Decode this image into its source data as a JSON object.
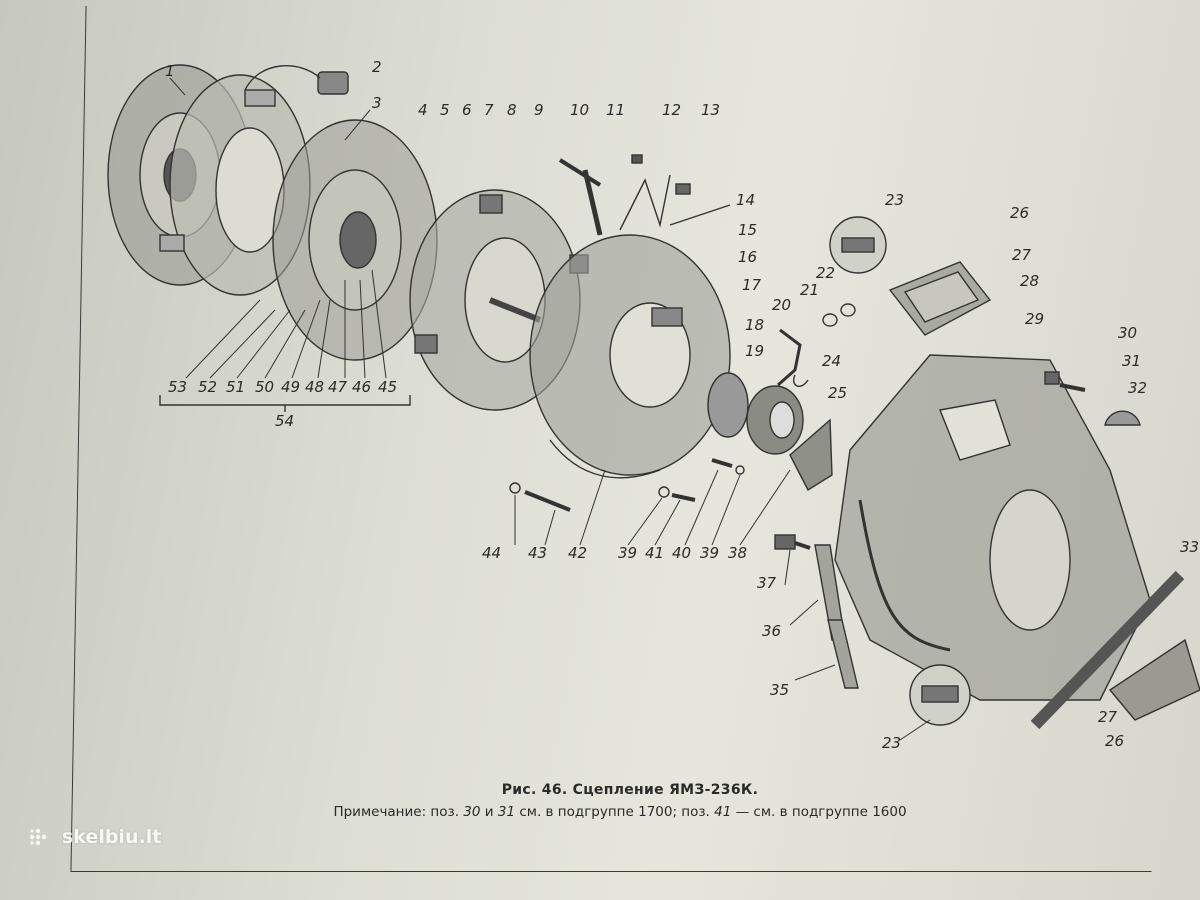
{
  "figure": {
    "title": "Рис. 46. Сцепление ЯМЗ-236К.",
    "note_parts": {
      "lead": "Примечание: поз.",
      "pos_a": "30",
      "and": "и",
      "pos_b": "31",
      "mid": "см. в подгруппе 1700; поз.",
      "pos_c": "41",
      "tail": "— см. в подгруппе 1600"
    }
  },
  "callouts": {
    "c1": "1",
    "c2": "2",
    "c3": "3",
    "c4": "4",
    "c5": "5",
    "c6": "6",
    "c7": "7",
    "c8": "8",
    "c9": "9",
    "c10": "10",
    "c11": "11",
    "c12": "12",
    "c13": "13",
    "c14": "14",
    "c15": "15",
    "c16": "16",
    "c17": "17",
    "c18": "18",
    "c19": "19",
    "c20": "20",
    "c21": "21",
    "c22": "22",
    "c23a": "23",
    "c23b": "23",
    "c24": "24",
    "c25": "25",
    "c26a": "26",
    "c26b": "26",
    "c27a": "27",
    "c27b": "27",
    "c28": "28",
    "c29": "29",
    "c30": "30",
    "c31": "31",
    "c32": "32",
    "c33": "33",
    "c35": "35",
    "c36": "36",
    "c37": "37",
    "c38": "38",
    "c39a": "39",
    "c39b": "39",
    "c40": "40",
    "c41": "41",
    "c42": "42",
    "c43": "43",
    "c44": "44",
    "c45": "45",
    "c46": "46",
    "c47": "47",
    "c48": "48",
    "c49": "49",
    "c50": "50",
    "c51": "51",
    "c52": "52",
    "c53": "53",
    "c54": "54"
  },
  "watermark": {
    "text": "skelbiu.lt",
    "icon": "dots-logo-icon"
  }
}
